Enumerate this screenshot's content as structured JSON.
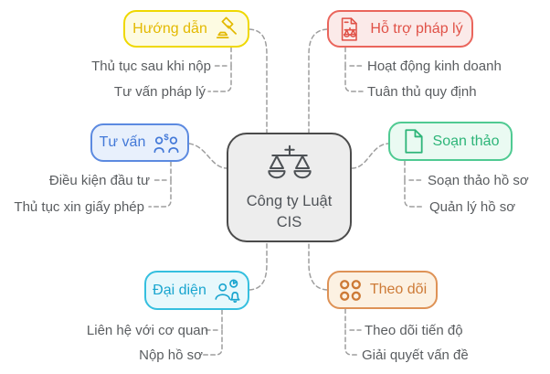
{
  "background_color": "#ffffff",
  "connector_color": "#9e9e9e",
  "center": {
    "line1": "Công ty Luật",
    "line2": "CIS",
    "icon": "scales-icon",
    "bg": "#ededed",
    "border": "#4b4b4b",
    "color": "#4f5358"
  },
  "branches": {
    "huong_dan": {
      "label": "Hướng dẫn",
      "icon": "gavel-icon",
      "color": "#e3b900",
      "border": "#efd800",
      "bg": "#fdfbe2",
      "items": [
        "Thủ tục sau khi nộp",
        "Tư vấn pháp lý"
      ]
    },
    "ho_tro_phap_ly": {
      "label": "Hỗ trợ pháp lý",
      "icon": "document-scales-icon",
      "color": "#e05147",
      "border": "#ea655c",
      "bg": "#fbeae9",
      "items": [
        "Hoạt động kinh doanh",
        "Tuân thủ quy định"
      ]
    },
    "tu_van": {
      "label": "Tư vấn",
      "icon": "people-dollar-icon",
      "color": "#4379d8",
      "border": "#5c8ae0",
      "bg": "#e8f0fc",
      "items": [
        "Điều kiện đầu tư",
        "Thủ tục xin giấy phép"
      ]
    },
    "soan_thao": {
      "label": "Soạn thảo",
      "icon": "document-icon",
      "color": "#2eb579",
      "border": "#4fca92",
      "bg": "#eafaf2",
      "items": [
        "Soạn thảo hồ sơ",
        "Quản lý hồ sơ"
      ]
    },
    "dai_dien": {
      "label": "Đại diện",
      "icon": "person-bell-icon",
      "color": "#19a5cf",
      "border": "#35bfdf",
      "bg": "#e7f8fc",
      "items": [
        "Liên hệ với cơ quan",
        "Nộp hồ sơ"
      ]
    },
    "theo_doi": {
      "label": "Theo dõi",
      "icon": "grid-circles-icon",
      "color": "#cd7a36",
      "border": "#de9256",
      "bg": "#fcf1e2",
      "items": [
        "Theo dõi tiến độ",
        "Giải quyết vấn đề"
      ]
    }
  }
}
